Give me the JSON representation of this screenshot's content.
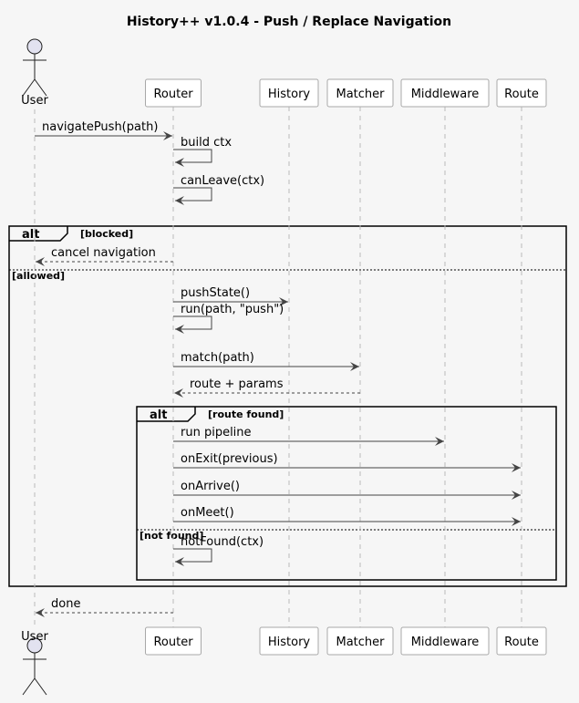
{
  "title": "History++ v1.0.4 - Push / Replace Navigation",
  "participants": [
    {
      "id": "user",
      "label": "User",
      "kind": "actor"
    },
    {
      "id": "router",
      "label": "Router",
      "kind": "box"
    },
    {
      "id": "history",
      "label": "History",
      "kind": "box"
    },
    {
      "id": "matcher",
      "label": "Matcher",
      "kind": "box"
    },
    {
      "id": "middleware",
      "label": "Middleware",
      "kind": "box"
    },
    {
      "id": "route",
      "label": "Route",
      "kind": "box"
    }
  ],
  "messages": [
    {
      "from": "user",
      "to": "router",
      "label": "navigatePush(path)",
      "style": "solid"
    },
    {
      "from": "router",
      "to": "router",
      "label": "build ctx",
      "style": "solid"
    },
    {
      "from": "router",
      "to": "router",
      "label": "canLeave(ctx)",
      "style": "solid"
    },
    {
      "from": "router",
      "to": "user",
      "label": "cancel navigation",
      "style": "dashed"
    },
    {
      "from": "router",
      "to": "history",
      "label": "pushState()",
      "style": "solid"
    },
    {
      "from": "router",
      "to": "router",
      "label": "run(path, \"push\")",
      "style": "solid"
    },
    {
      "from": "router",
      "to": "matcher",
      "label": "match(path)",
      "style": "solid"
    },
    {
      "from": "matcher",
      "to": "router",
      "label": "route + params",
      "style": "dashed"
    },
    {
      "from": "router",
      "to": "middleware",
      "label": "run pipeline",
      "style": "solid"
    },
    {
      "from": "router",
      "to": "route",
      "label": "onExit(previous)",
      "style": "solid"
    },
    {
      "from": "router",
      "to": "route",
      "label": "onArrive()",
      "style": "solid"
    },
    {
      "from": "router",
      "to": "route",
      "label": "onMeet()",
      "style": "solid"
    },
    {
      "from": "router",
      "to": "router",
      "label": "notFound(ctx)",
      "style": "solid"
    },
    {
      "from": "router",
      "to": "user",
      "label": "done",
      "style": "dashed"
    }
  ],
  "fragments": [
    {
      "keyword": "alt",
      "sections": [
        "[blocked]",
        "[allowed]"
      ]
    },
    {
      "keyword": "alt",
      "sections": [
        "[route found]",
        "[not found]"
      ]
    }
  ],
  "colors": {
    "background": "#f6f6f6",
    "actor_fill": "#e2e2f0",
    "box_fill": "#ffffff",
    "box_border": "#a8a8a8",
    "lifeline": "#bbbbbb",
    "arrow": "#444444",
    "frame": "#000000"
  }
}
